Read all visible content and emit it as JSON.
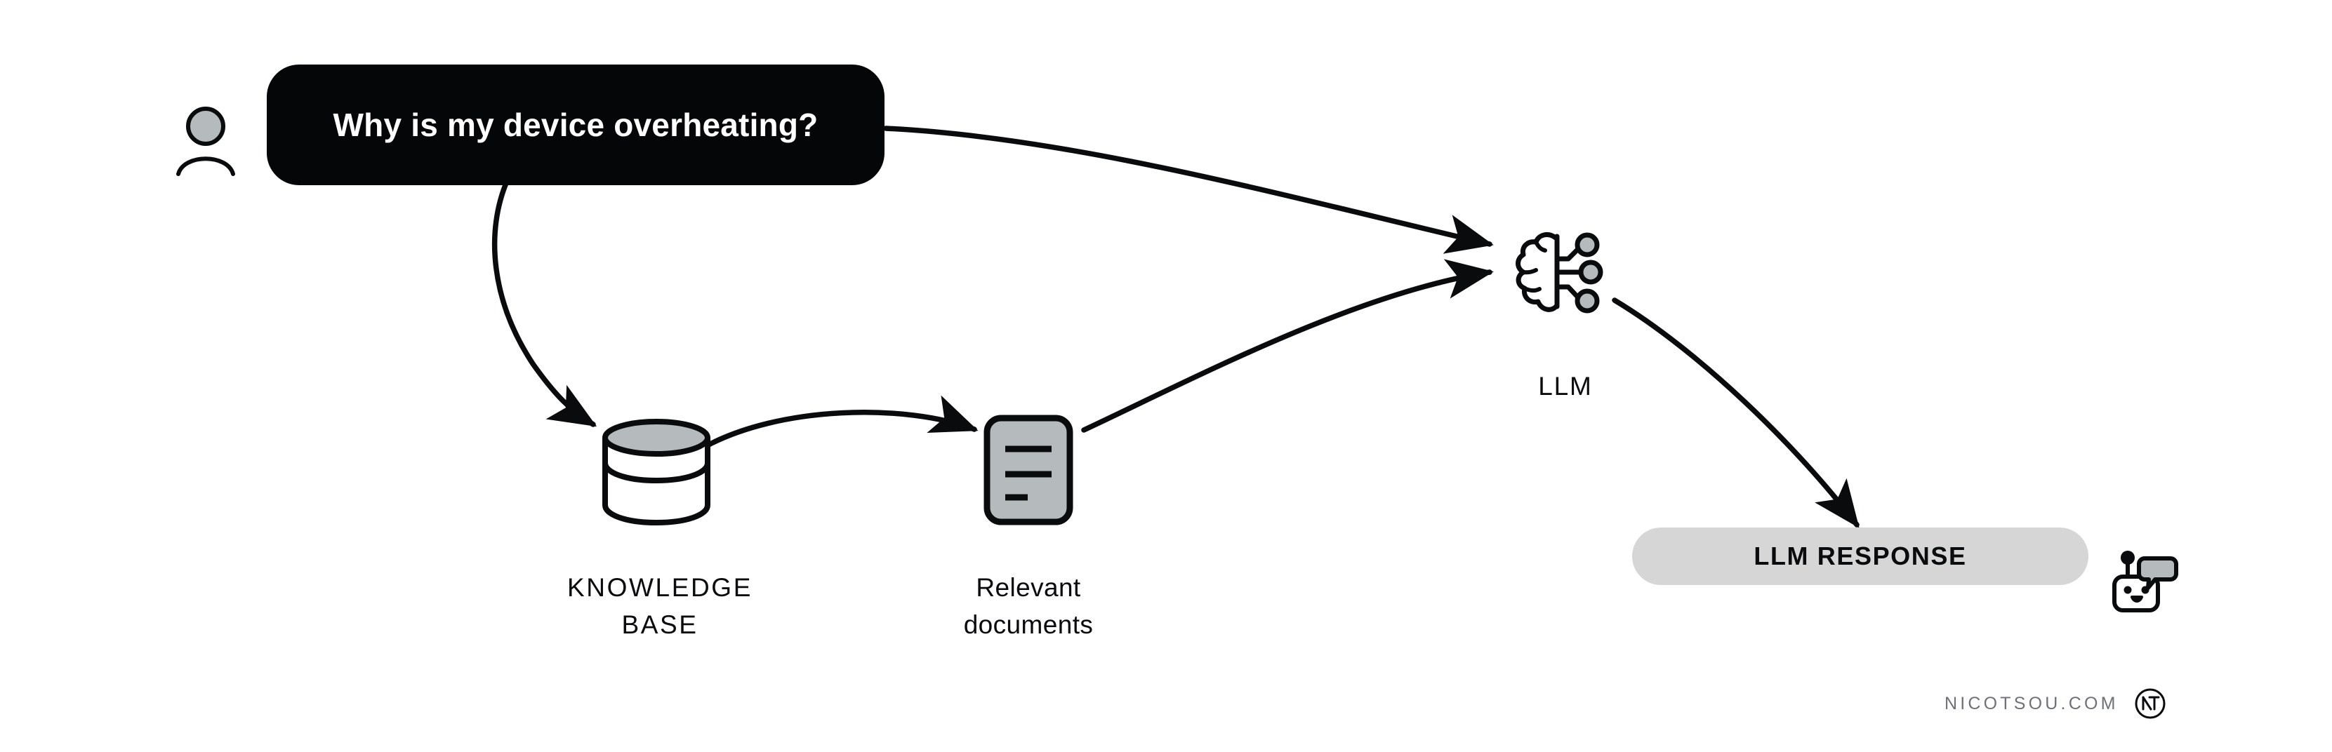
{
  "diagram": {
    "title": "RAG retrieval augmented generation flow",
    "background_color": "#ffffff"
  },
  "colors": {
    "ink": "#0a0b0c",
    "bubble_black": "#050607",
    "bubble_text": "#ffffff",
    "node_gray": "#b5babc",
    "pill_gray": "#d6d6d6",
    "footer_gray": "#6e7276"
  },
  "user": {
    "avatar_icon": "user-avatar-icon"
  },
  "question": {
    "text": "Why is my device overheating?"
  },
  "knowledge_base": {
    "icon": "database-cylinder-icon",
    "label_line1": "KNOWLEDGE",
    "label_line2": "BASE"
  },
  "documents": {
    "icon": "document-lines-icon",
    "label_line1": "Relevant",
    "label_line2": "documents"
  },
  "llm": {
    "icon": "brain-network-icon",
    "label": "LLM"
  },
  "response": {
    "text": "LLM RESPONSE",
    "bot_icon": "chat-bot-icon"
  },
  "footer": {
    "site": "NICOTSOU.COM",
    "logo_icon": "nt-monogram-icon"
  },
  "edges": [
    {
      "name": "question-to-llm",
      "from": "question",
      "to": "llm"
    },
    {
      "name": "question-to-knowledge-base",
      "from": "question",
      "to": "knowledge_base"
    },
    {
      "name": "knowledge-base-to-documents",
      "from": "knowledge_base",
      "to": "documents"
    },
    {
      "name": "documents-to-llm",
      "from": "documents",
      "to": "llm"
    },
    {
      "name": "llm-to-response",
      "from": "llm",
      "to": "response"
    }
  ]
}
